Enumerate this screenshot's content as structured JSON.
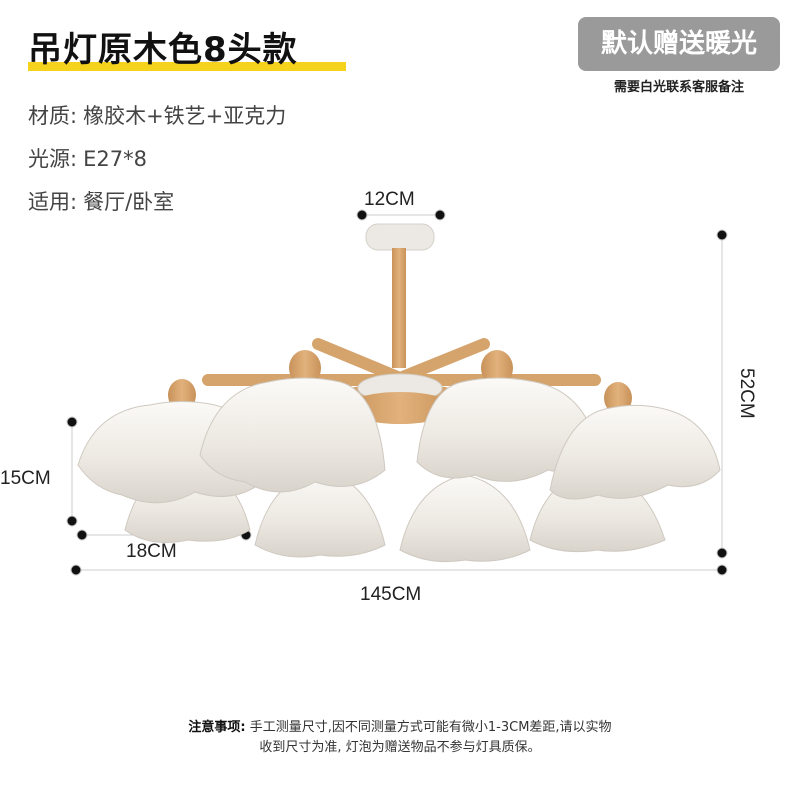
{
  "title": "吊灯原木色8头款",
  "gift": {
    "badge": "默认赠送暖光",
    "note": "需要白光联系客服备注"
  },
  "specs": [
    {
      "key": "材质:",
      "value": "橡胶木+铁艺+亚克力"
    },
    {
      "key": "光源:",
      "value": "E27*8"
    },
    {
      "key": "适用:",
      "value": "餐厅/卧室"
    }
  ],
  "dimensions": {
    "top_width": "12CM",
    "height": "52CM",
    "shade_height": "15CM",
    "shade_width": "18CM",
    "total_width": "145CM"
  },
  "notice": {
    "label": "注意事项:",
    "line1": "手工测量尺寸,因不同测量方式可能有微小1-3CM差距,请以实物",
    "line2": "收到尺寸为准, 灯泡为赠送物品不参与灯具质保。"
  },
  "colors": {
    "wood": "#d9a872",
    "glass": "#f4f1ec",
    "highlight": "#f5d21c",
    "badge": "#9a9a9a"
  }
}
